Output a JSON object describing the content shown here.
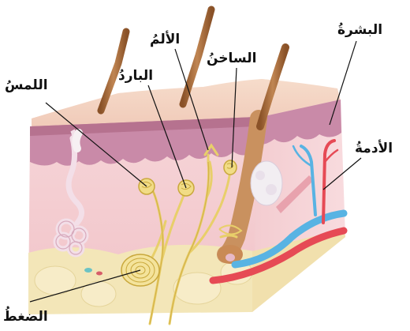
{
  "labels": {
    "epidermis": "البشرةُ",
    "dermis": "الأدمةُ",
    "pain": "الألمُ",
    "heat": "الساخنُ",
    "cold": "الباردُ",
    "touch": "اللمسُ",
    "pressure": "الضغطُ"
  },
  "colors": {
    "epidermis": "#c98aa8",
    "dermis": "#f3ccd0",
    "fat": "#f3e6b8",
    "nerve": "#e8cf6a",
    "artery": "#e64a55",
    "vein": "#58b3e3",
    "hair": "#a86a3c"
  }
}
